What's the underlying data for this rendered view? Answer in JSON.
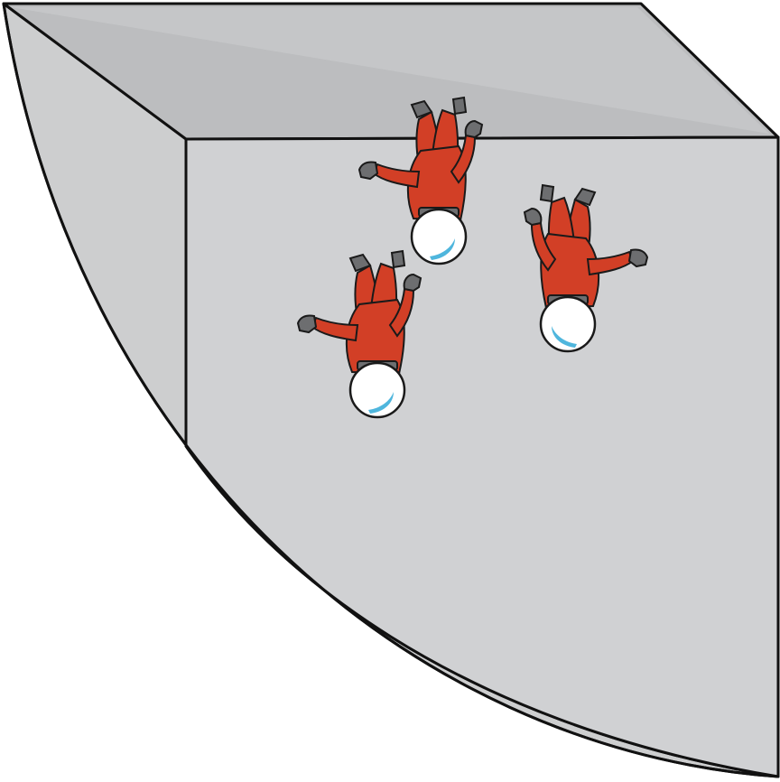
{
  "scene": {
    "description_text": "",
    "colors": {
      "background": "#ffffff",
      "wall_face": "#d0d1d3",
      "top_face": "#bcbdbf",
      "side_face": "#cdcecf",
      "outline": "#111111",
      "suit": "#d23f26",
      "suit_outline": "#1a1a1a",
      "glove": "#6d6e70",
      "helmet": "#ffffff",
      "visor": "#4fb6dd"
    },
    "figures": [
      {
        "name": "astronaut-1",
        "icon": "astronaut-icon"
      },
      {
        "name": "astronaut-2",
        "icon": "astronaut-icon"
      },
      {
        "name": "astronaut-3",
        "icon": "astronaut-icon"
      }
    ]
  }
}
